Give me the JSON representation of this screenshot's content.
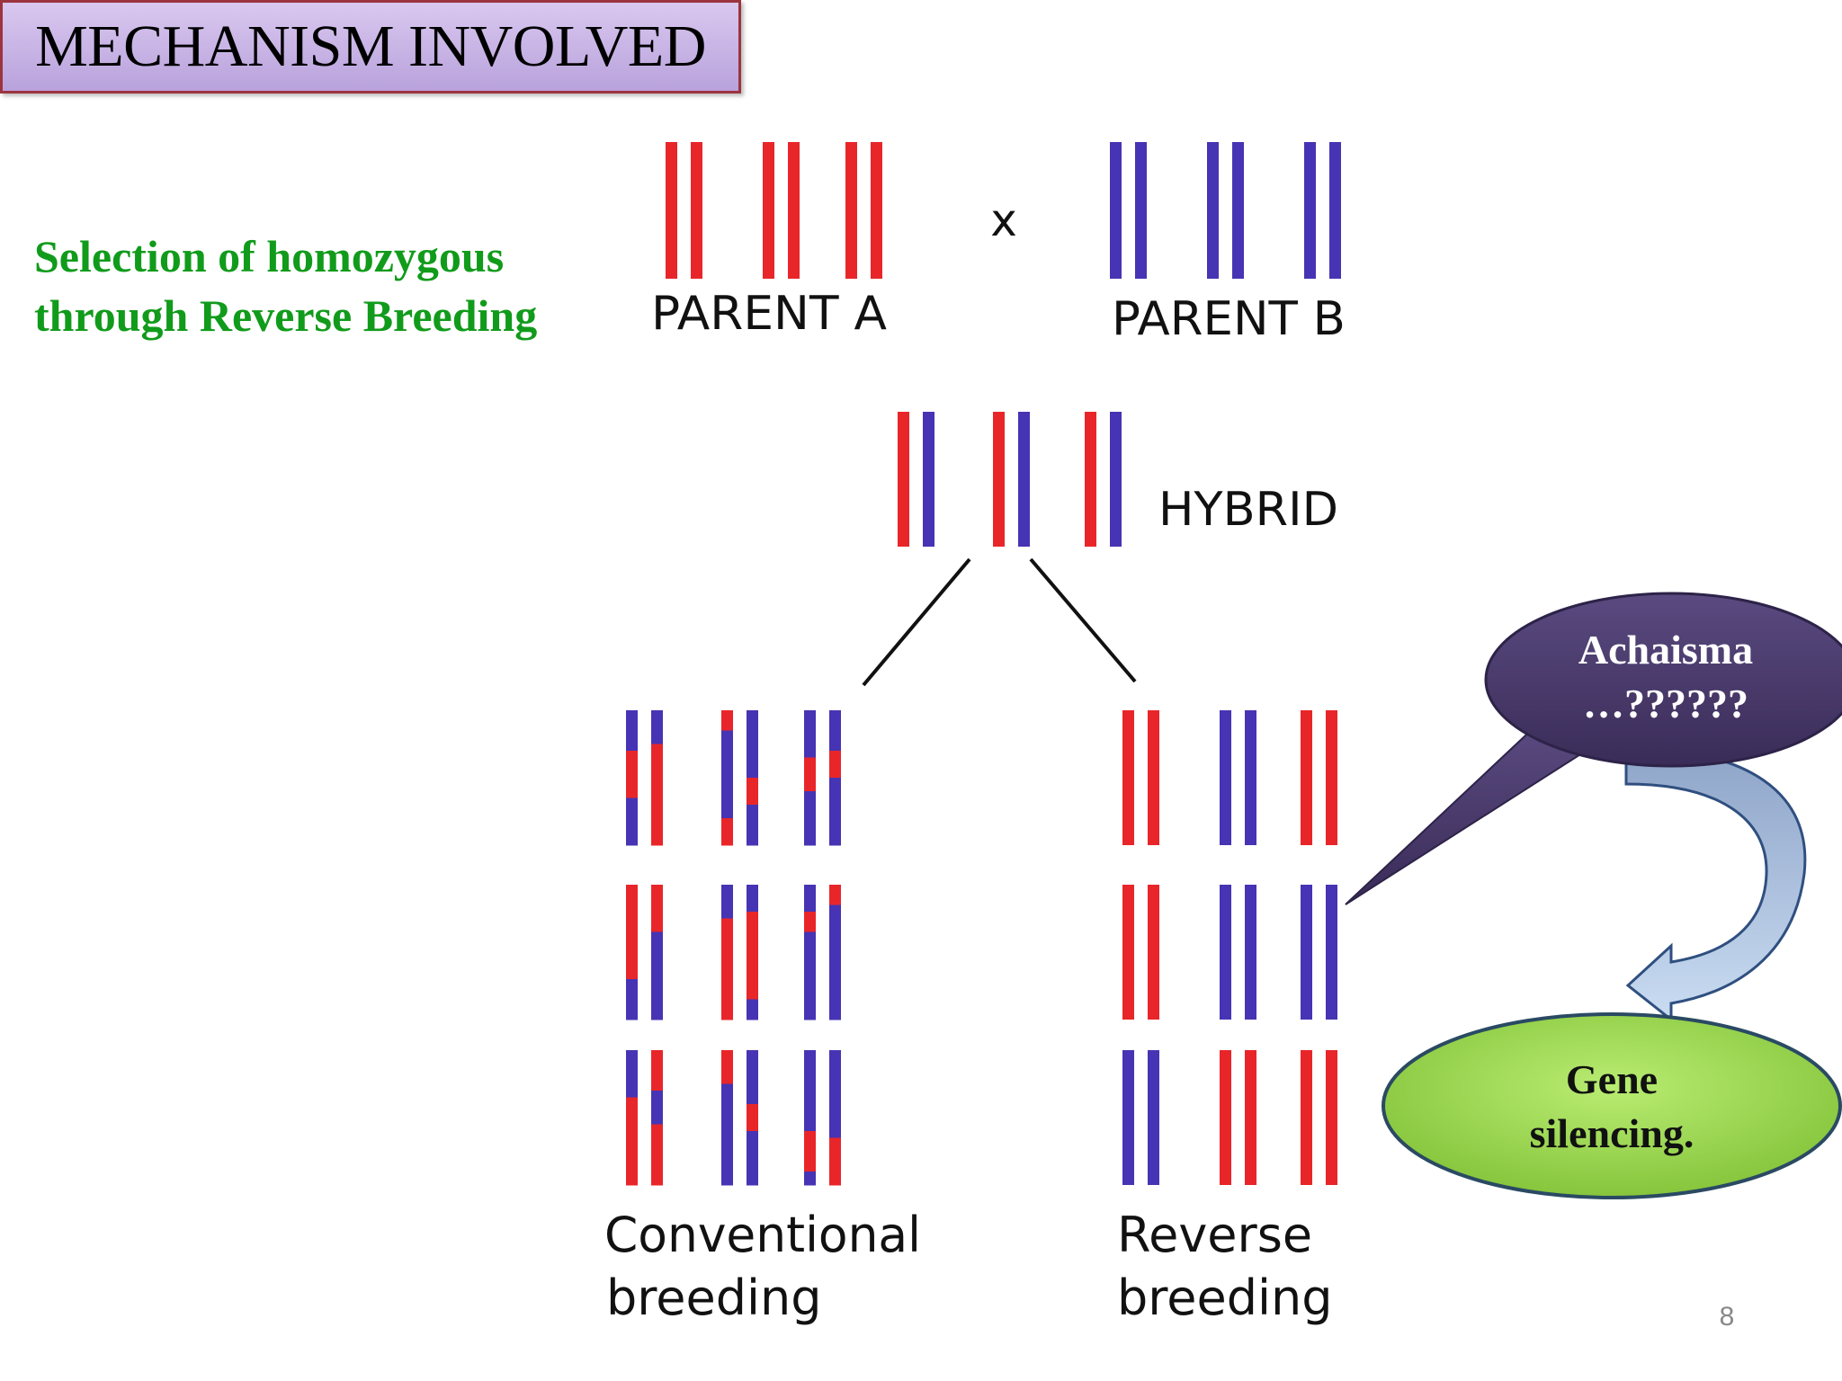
{
  "slide": {
    "title": "MECHANISM INVOLVED",
    "subtitle_lines": [
      "Selection of homozygous",
      "through Reverse Breeding"
    ],
    "page_number": "8"
  },
  "diagram": {
    "parent_a_label": "PARENT A",
    "parent_b_label": "PARENT B",
    "cross_symbol": "x",
    "hybrid_label": "HYBRID",
    "conventional_label_lines": [
      "Conventional",
      "breeding"
    ],
    "reverse_label_lines": [
      "Reverse",
      "breeding"
    ],
    "colors": {
      "red": "#e8262a",
      "blue": "#4634b4"
    }
  },
  "callouts": {
    "question_bubble_lines": [
      "Achaisma",
      "…??????"
    ],
    "answer_bubble_lines": [
      "Gene",
      "silencing."
    ],
    "question_color": "#4a3a6e",
    "answer_color": "#9cd651"
  }
}
